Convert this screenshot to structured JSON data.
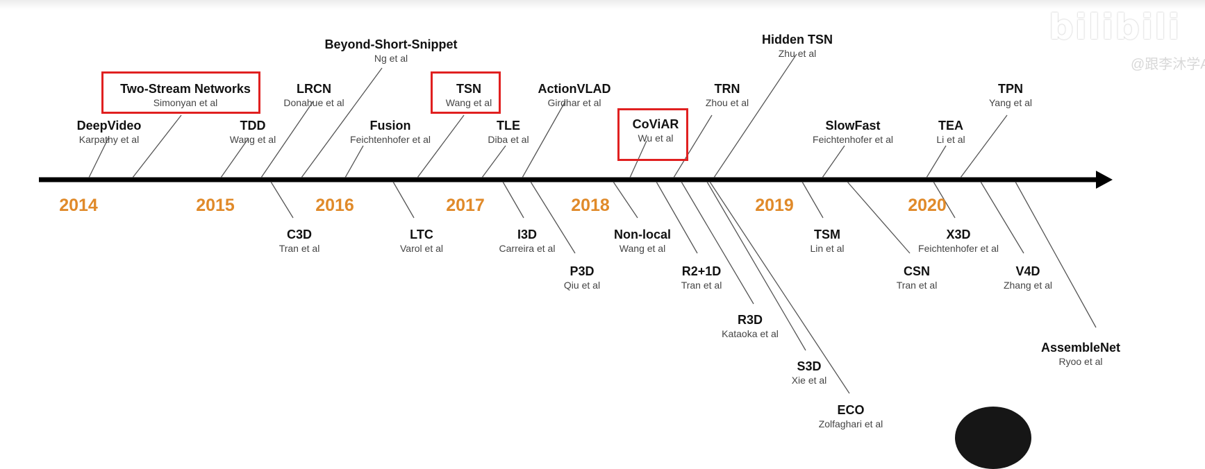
{
  "watermark": {
    "logo": "bilibili",
    "handle": "@跟李沐学AI"
  },
  "colors": {
    "axis": "#000000",
    "year": "#e08a2a",
    "highlight": "#e02020",
    "leader": "#555555"
  },
  "years": [
    "2014",
    "2015",
    "2016",
    "2017",
    "2018",
    "2019",
    "2020"
  ],
  "events": [
    {
      "name": "DeepVideo",
      "author": "Karpathy et al",
      "side": "above",
      "highlighted": false
    },
    {
      "name": "Two-Stream Networks",
      "author": "Simonyan et al",
      "side": "above",
      "highlighted": true
    },
    {
      "name": "TDD",
      "author": "Wang et al",
      "side": "above",
      "highlighted": false
    },
    {
      "name": "LRCN",
      "author": "Donahue et al",
      "side": "above",
      "highlighted": false
    },
    {
      "name": "Beyond-Short-Snippet",
      "author": "Ng et al",
      "side": "above",
      "highlighted": false
    },
    {
      "name": "Fusion",
      "author": "Feichtenhofer et al",
      "side": "above",
      "highlighted": false
    },
    {
      "name": "TSN",
      "author": "Wang et al",
      "side": "above",
      "highlighted": true
    },
    {
      "name": "TLE",
      "author": "Diba et al",
      "side": "above",
      "highlighted": false
    },
    {
      "name": "ActionVLAD",
      "author": "Girdhar et al",
      "side": "above",
      "highlighted": false
    },
    {
      "name": "CoViAR",
      "author": "Wu et al",
      "side": "above",
      "highlighted": true
    },
    {
      "name": "TRN",
      "author": "Zhou et al",
      "side": "above",
      "highlighted": false
    },
    {
      "name": "Hidden TSN",
      "author": "Zhu et al",
      "side": "above",
      "highlighted": false
    },
    {
      "name": "SlowFast",
      "author": "Feichtenhofer et al",
      "side": "above",
      "highlighted": false
    },
    {
      "name": "TEA",
      "author": "Li et al",
      "side": "above",
      "highlighted": false
    },
    {
      "name": "TPN",
      "author": "Yang et al",
      "side": "above",
      "highlighted": false
    },
    {
      "name": "C3D",
      "author": "Tran et al",
      "side": "below",
      "highlighted": false
    },
    {
      "name": "LTC",
      "author": "Varol et al",
      "side": "below",
      "highlighted": false
    },
    {
      "name": "I3D",
      "author": "Carreira et al",
      "side": "below",
      "highlighted": false
    },
    {
      "name": "P3D",
      "author": "Qiu et al",
      "side": "below",
      "highlighted": false
    },
    {
      "name": "Non-local",
      "author": "Wang et al",
      "side": "below",
      "highlighted": false
    },
    {
      "name": "R2+1D",
      "author": "Tran et al",
      "side": "below",
      "highlighted": false
    },
    {
      "name": "R3D",
      "author": "Kataoka et al",
      "side": "below",
      "highlighted": false
    },
    {
      "name": "S3D",
      "author": "Xie et al",
      "side": "below",
      "highlighted": false
    },
    {
      "name": "ECO",
      "author": "Zolfaghari et al",
      "side": "below",
      "highlighted": false
    },
    {
      "name": "TSM",
      "author": "Lin et al",
      "side": "below",
      "highlighted": false
    },
    {
      "name": "CSN",
      "author": "Tran et al",
      "side": "below",
      "highlighted": false
    },
    {
      "name": "X3D",
      "author": "Feichtenhofer et al",
      "side": "below",
      "highlighted": false
    },
    {
      "name": "V4D",
      "author": "Zhang et al",
      "side": "below",
      "highlighted": false
    },
    {
      "name": "AssembleNet",
      "author": "Ryoo et al",
      "side": "below",
      "highlighted": false
    }
  ]
}
